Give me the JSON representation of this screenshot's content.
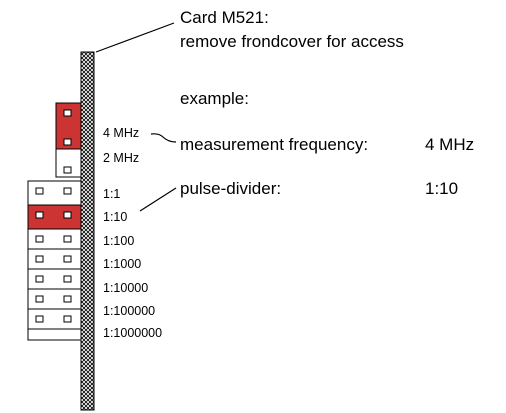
{
  "card": {
    "title": "Card M521:",
    "subtitle": "remove frondcover for access"
  },
  "example": {
    "heading": "example:",
    "frequency_label": "measurement frequency:",
    "frequency_value": "4 MHz",
    "divider_label": "pulse-divider:",
    "divider_value": "1:10"
  },
  "frequency_jumper": {
    "labels": [
      "4 MHz",
      "2 MHz"
    ],
    "selected": "4 MHz"
  },
  "divider_jumper": {
    "labels": [
      "1:1",
      "1:10",
      "1:100",
      "1:1000",
      "1:10000",
      "1:100000",
      "1:1000000"
    ],
    "selected": "1:10"
  },
  "colors": {
    "jumper_set": "#cc3333",
    "outline": "#000000",
    "pcb_hatch": "#000000"
  }
}
